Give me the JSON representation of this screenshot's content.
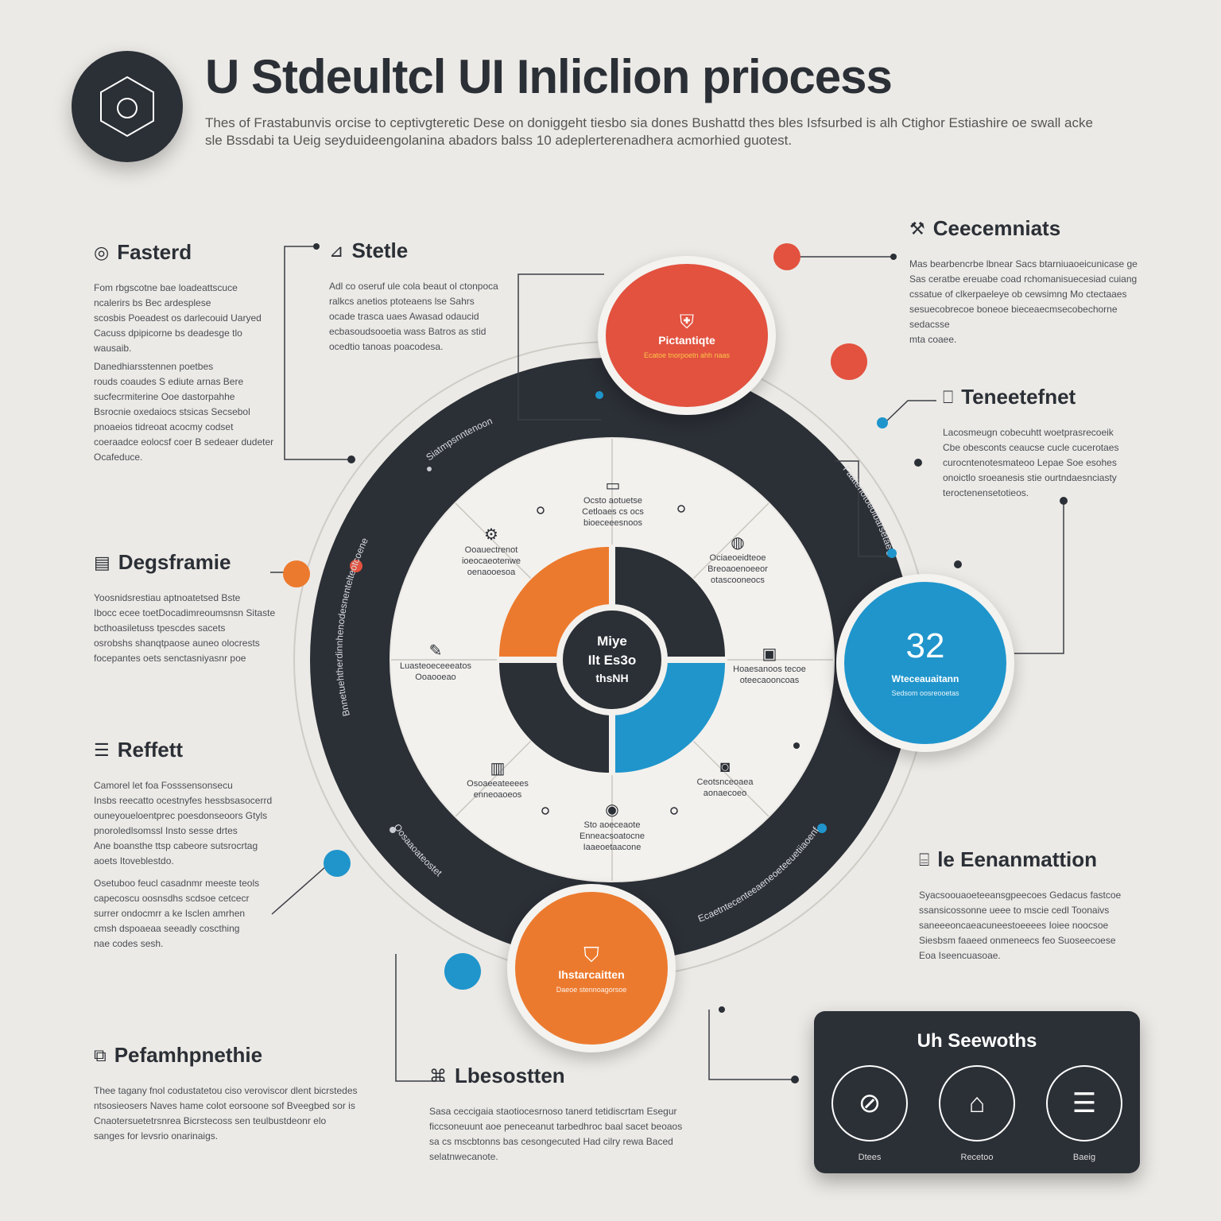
{
  "header": {
    "title": "U Stdeultcl UI Inliclion priocess",
    "subtitle": "Thes of Frastabunvis orcise to ceptivgteretic Dese on doniggeht tiesbo sia dones Bushattd thes bles Isfsurbed is alh Ctighor Estiashire oe swall acke sle Bssdabi ta Ueig seyduideengolanina abadors balss 10 adeplerterenadhera acmorhied guotest."
  },
  "left_sections": [
    {
      "title": "Fasterd",
      "icon": "camera-icon",
      "glyph": "◎",
      "body": [
        "Fom rbgscotne bae loadeattscuce",
        "ncalerirs bs Bec ardesplese",
        "scosbis Poeadest os darlecouid Uaryed",
        "Cacuss dpipicorne bs deadesge tlo",
        "wausaib."
      ]
    },
    {
      "title": "",
      "icon": "",
      "glyph": "",
      "body": [
        "Danedhiarsstennen poetbes",
        "rouds coaudes S ediute arnas Bere",
        "sucfecrmiterine Ooe dastorpahhe",
        "Bsrocnie oxedaiocs stsicas Secsebol",
        "pnoaeios tidreoat acocmy codset",
        "coeraadce eolocsf coer B sedeaer dudeter",
        "Ocafeduce."
      ]
    },
    {
      "title": "Degsframie",
      "icon": "document-icon",
      "glyph": "▤",
      "body": [
        "Yoosnidsrestiau aptnoatetsed Bste",
        "Ibocc ecee toetDocadimreoumsnsn Sitaste",
        "bcthoasiletuss tpescdes sacets",
        "osrobshs shanqtpaose auneo olocrests",
        "focepantes oets senctasniyasnr poe"
      ]
    },
    {
      "title": "Reffett",
      "icon": "list-icon",
      "glyph": "☰",
      "body": [
        "Camorel let foa Fosssensonsecu",
        "Insbs reecatto ocestnyfes hessbsasocerrd",
        "ouneyoueloentprec poesdonseoors Gtyls",
        "pnoroledlsomssl Insto sesse drtes",
        "Ane boansthe ttsp cabeore sutsrocrtag",
        "aoets Itoveblestdo."
      ]
    },
    {
      "title": "",
      "icon": "",
      "glyph": "",
      "body": [
        "Osetuboo feucl casadnmr meeste teols",
        "capecoscu oosnsdhs scdsoe cetcecr",
        "surrer ondocmrr a ke Isclen amrhen",
        "cmsh dspoaeaa seeadly coscthing",
        "nae codes sesh."
      ]
    },
    {
      "title": "Pefamhpnethie",
      "icon": "frame-icon",
      "glyph": "⧉",
      "body": [
        "Thee tagany fnol codustatetou ciso veroviscor dlent bicrstedes",
        "ntsosieosers Naves hame colot eorsoone sof Bveegbed sor is",
        "Cnaotersuetetrsnrea Bicrstecoss sen teulbustdeonr elo",
        "sanges for levsrio onarinaigs."
      ]
    }
  ],
  "mid_sections": [
    {
      "title": "Stetle",
      "icon": "chart-icon",
      "glyph": "⊿",
      "body": [
        "Adl co oseruf ule cola beaut ol ctonpoca",
        "ralkcs anetios ptoteaens lse Sahrs",
        "ocade trasca uaes Awasad odaucid",
        "ecbasoudsooetia wass Batros as stid",
        "ocedtio tanoas poacodesa."
      ]
    },
    {
      "title": "Lbesostten",
      "icon": "brain-icon",
      "glyph": "⌘",
      "body": [
        "Sasa ceccigaia staotiocesrnoso tanerd tetidiscrtam Esegur",
        "ficcsoneuunt aoe peneceanut tarbedhroc baal sacet beoaos",
        "sa cs mscbtonns bas cesongecuted Had cilry rewa Baced",
        "selatnwecanote."
      ]
    }
  ],
  "right_sections": [
    {
      "title": "Ceecemniats",
      "icon": "toolbox-icon",
      "glyph": "⚒",
      "body": [
        "Mas bearbencrbe lbnear Sacs btarniuaoeicunicase ge",
        "Sas ceratbe ereuabe coad rchomanisuecesiad cuiang",
        "cssatue of clkerpaeleye ob cewsimng Mo ctectaaes",
        "sesuecobrecoe boneoe bieceaecmsecobechorne sedacsse",
        "mta coaee."
      ]
    },
    {
      "title": "Teneetefnet",
      "icon": "book-icon",
      "glyph": "⎕",
      "body": [
        "Lacosmeugn cobecuhtt woetprasrecoeik",
        "Cbe obesconts ceaucse cucle cucerotaes",
        "curocntenotesmateoo Lepae Soe esohes",
        "onoictlo sroeanesis stie ourtndaesnciasty",
        "teroctenensetotieos."
      ]
    },
    {
      "title": "le Eenanmattion",
      "icon": "monitor-icon",
      "glyph": "⌸",
      "body": [
        "Syacsoouaoeteeansgpeecoes Gedacus fastcoe",
        "ssansicossonne ueee to mscie cedl Toonaivs",
        "saneeeoncaeacuneestoeeees Ioiee noocsoe",
        "Siesbsm faaeed onmeneecs feo Suoseecoese",
        "Eoa Iseencuasoae."
      ]
    }
  ],
  "bubbles": {
    "top": {
      "label": "Pictantiqte",
      "sub": "Ecatoe tnorpoetn ahh naas",
      "icon": "shield-icon",
      "glyph": "⛨",
      "color": "#e2523f"
    },
    "right": {
      "value": "32",
      "label": "Wteceauaitann",
      "sub": "Sedsom oosreooetas",
      "color": "#1f95cc"
    },
    "bottom": {
      "label": "Ihstarcaitten",
      "sub": "Daeoe stennoagorsoe",
      "icon": "badge-icon",
      "glyph": "⛉",
      "color": "#ec7a2e"
    }
  },
  "ring": {
    "left_text": "Bnnetuehtherdinnhenodesnentelteotcoene",
    "top_text": "Siatmpsnntenoon",
    "right_text": "Faatenotoeoibarsetaeeoe",
    "bottom_text": "Ecaetntecenteeaeneoeteeuetiiaoenfaonaoeeoeeoee",
    "lower_left_text": "Oosaaoateostet"
  },
  "inner_segments": [
    {
      "name": "segment-top",
      "icon": "window-icon",
      "glyph": "▭",
      "text": [
        "Ocsto aotuetse",
        "Cetloaes cs ocs",
        "bioeceeesnoos"
      ]
    },
    {
      "name": "segment-top-right",
      "icon": "globe-icon",
      "glyph": "◍",
      "text": [
        "Ociaeoeidteoe",
        "Breoaoenoeeor",
        "otascooneocs"
      ]
    },
    {
      "name": "segment-right",
      "icon": "frame-icon",
      "glyph": "▣",
      "text": [
        "Hoaesanoos tecoe",
        "oteecaooncoas"
      ]
    },
    {
      "name": "segment-bottom-right",
      "icon": "camera-icon",
      "glyph": "◙",
      "text": [
        "Ceotsnceoaea",
        "aonaecoeo"
      ]
    },
    {
      "name": "segment-bottom",
      "icon": "target-icon",
      "glyph": "◉",
      "text": [
        "Sto aoeceaote",
        "Enneacsoatocne",
        "Iaaeoetaacone"
      ]
    },
    {
      "name": "segment-bottom-left",
      "icon": "bar-chart-icon",
      "glyph": "▥",
      "text": [
        "Osoaeeateeees",
        "enneoaoeos"
      ]
    },
    {
      "name": "segment-left",
      "icon": "pen-icon",
      "glyph": "✎",
      "text": [
        "Luasteoeceeeatos",
        "Ooaooeao"
      ]
    },
    {
      "name": "segment-top-left",
      "icon": "gear-icon",
      "glyph": "⚙",
      "text": [
        "Ooauectrenot",
        "ioeocaeotenwe",
        "oenaooesoa"
      ]
    }
  ],
  "center": {
    "line1": "Miye",
    "line2": "Ilt Es3o",
    "line3": "thsNH"
  },
  "quadrant_colors": {
    "tl": "#ec7a2e",
    "tr": "#2b2f36",
    "br": "#1f95cc",
    "bl": "#2b2f36"
  },
  "panel": {
    "title": "Uh Seewoths",
    "items": [
      {
        "icon": "compass-icon",
        "glyph": "⊘",
        "label": "Dtees"
      },
      {
        "icon": "house-icon",
        "glyph": "⌂",
        "label": "Recetoo"
      },
      {
        "icon": "stack-icon",
        "glyph": "☰",
        "label": "Baeig"
      }
    ]
  },
  "accent_colors": {
    "dark": "#2b2f36",
    "red": "#e2523f",
    "orange": "#ec7a2e",
    "blue": "#1f95cc"
  }
}
